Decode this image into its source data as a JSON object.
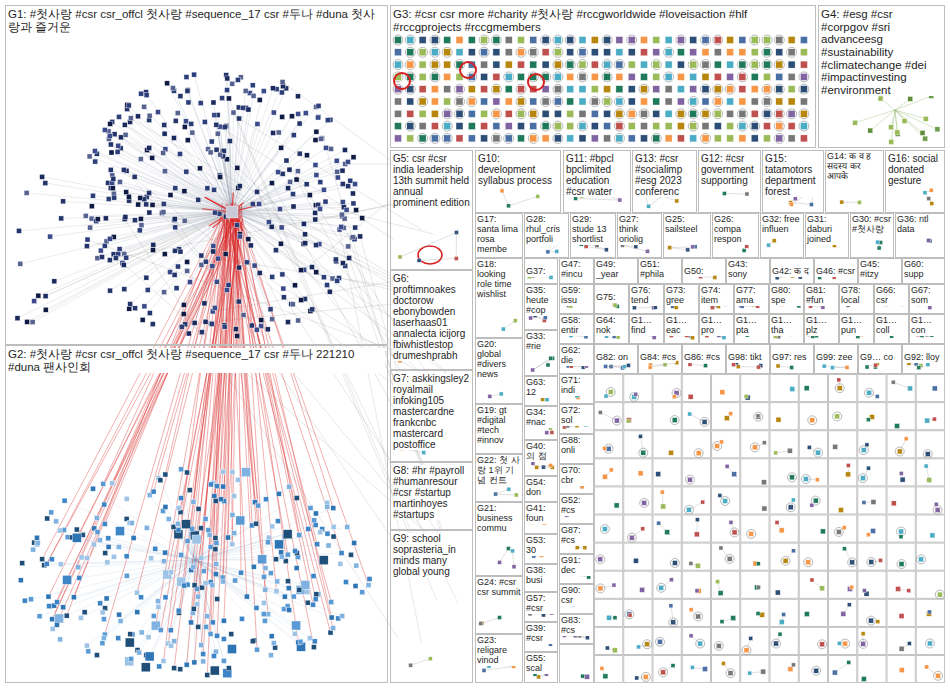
{
  "diagram": {
    "nodes": [
      {
        "text": [
          "G1: #첫사랑 #csr csr_offcl 첫사랑 #sequence_17 csr #두나 #duna 첫사랑과 즐거운"
        ]
      },
      {
        "text": [
          "G2: #첫사랑 #csr csr_offcl 첫사랑 #sequence_17 csr #두나 221210 #duna 팬사인회"
        ]
      },
      {
        "text": [
          "G3: #csr csr more #charity #첫사랑 #rccgworldwide #loveisaction #hlf #rccgprojects #rccgmembers"
        ]
      },
      {
        "text": [
          "G4: #esg #csr #corpgov #sri advanceesg #sustainability #climatechange #dei #impactinvesting #environment"
        ]
      },
      {
        "text": [
          "G5: csr #csr india leadership 13th summit held annual prominent edition"
        ]
      },
      {
        "text": [
          "G10: development syllabus process"
        ]
      },
      {
        "text": [
          "G11: #bpcl bpclimited education #csr water"
        ]
      },
      {
        "text": [
          "G13: #csr #socialimp #esg 2023 conferenc"
        ]
      },
      {
        "text": [
          "G12: #csr government supporting"
        ]
      },
      {
        "text": [
          "G15: tatamotors department forest"
        ]
      },
      {
        "text": [
          "G14: क व ह सदस्य कर आपके"
        ]
      },
      {
        "text": [
          "G16: social donated gesture"
        ]
      },
      {
        "text": [
          "G17: santa lima rosa membe"
        ]
      },
      {
        "text": [
          "G28: rhul_cris portfoli"
        ]
      },
      {
        "text": [
          "G29: stude 13 shortlist"
        ]
      },
      {
        "text": [
          "G27: think oriolig"
        ]
      },
      {
        "text": [
          "G25: sailsteel"
        ]
      },
      {
        "text": [
          "G26: compa respon"
        ]
      },
      {
        "text": [
          "G32: free influen"
        ]
      },
      {
        "text": [
          "G31: daburi joined"
        ]
      },
      {
        "text": [
          "G30: #csr #첫사랑"
        ]
      },
      {
        "text": [
          "G36: ntl data"
        ]
      },
      {
        "text": [
          "G37:"
        ]
      },
      {
        "text": [
          "G47: #incu"
        ]
      },
      {
        "text": [
          "G49: _year"
        ]
      },
      {
        "text": [
          "G51: #phila"
        ]
      },
      {
        "text": [
          "G50:"
        ]
      },
      {
        "text": [
          "G43: sony"
        ]
      },
      {
        "text": [
          "G42: क द"
        ]
      },
      {
        "text": [
          "G46: #csr"
        ]
      },
      {
        "text": [
          "G45: #itzy"
        ]
      },
      {
        "text": [
          "G60: supp"
        ]
      },
      {
        "text": [
          "G18: looking role time wishlist"
        ]
      },
      {
        "text": [
          "G6: proftimnoakes doctorow ebonybowden laserhaas01 annalecta icijorg fbiwhistlestop drumeshprabh"
        ]
      },
      {
        "text": [
          "G35: heute #cop"
        ]
      },
      {
        "text": [
          "G59: issu"
        ]
      },
      {
        "text": [
          "G75:"
        ]
      },
      {
        "text": [
          "G76: tend"
        ]
      },
      {
        "text": [
          "G73: gree"
        ]
      },
      {
        "text": [
          "G74: item"
        ]
      },
      {
        "text": [
          "G77: ama"
        ]
      },
      {
        "text": [
          "G80: spe"
        ]
      },
      {
        "text": [
          "G81: #fun"
        ]
      },
      {
        "text": [
          "G78: local"
        ]
      },
      {
        "text": [
          "G66: csr"
        ]
      },
      {
        "text": [
          "G67: som"
        ]
      },
      {
        "text": [
          "G58: entir"
        ]
      },
      {
        "text": [
          "G64: nok"
        ]
      },
      {
        "text": [
          "G1… find"
        ]
      },
      {
        "text": [
          "G1… eac"
        ]
      },
      {
        "text": [
          "G1… pro"
        ]
      },
      {
        "text": [
          "G1… pta"
        ]
      },
      {
        "text": [
          "G1… tha"
        ]
      },
      {
        "text": [
          "G1… plz"
        ]
      },
      {
        "text": [
          "G1… pun"
        ]
      },
      {
        "text": [
          "G1… coll"
        ]
      },
      {
        "text": [
          "G1… con"
        ]
      },
      {
        "text": [
          "G33: #rie"
        ]
      },
      {
        "text": [
          "G20: global #divers news"
        ]
      },
      {
        "text": [
          "G62: die"
        ]
      },
      {
        "text": [
          "G82: on"
        ]
      },
      {
        "text": [
          "G84: #cs"
        ]
      },
      {
        "text": [
          "G86: #cs"
        ]
      },
      {
        "text": [
          "G98: tikt"
        ]
      },
      {
        "text": [
          "G97: res"
        ]
      },
      {
        "text": [
          "G99: zee"
        ]
      },
      {
        "text": [
          "G9… co"
        ]
      },
      {
        "text": [
          "G92: lloy"
        ]
      },
      {
        "text": [
          "G7: askkingsley2 royalmail infoking105 mastercardne frankcnbc mastercard postoffice"
        ]
      },
      {
        "text": [
          "G71: indi"
        ]
      },
      {
        "text": [
          "G63: 12"
        ]
      },
      {
        "text": [
          "G19: gt #digital #tech #innov"
        ]
      },
      {
        "text": [
          "G72: sol"
        ]
      },
      {
        "text": [
          "G34: #nac"
        ]
      },
      {
        "text": [
          "G88: onli"
        ]
      },
      {
        "text": [
          "G40: 의 점"
        ]
      },
      {
        "text": [
          "G22: 첫 사랑 1위 기념 컨트"
        ]
      },
      {
        "text": [
          "G8: #hr #payroll #humanresour #csr #startup martinhoyes #startups"
        ]
      },
      {
        "text": [
          "G70: cbr"
        ]
      },
      {
        "text": [
          "G54: don"
        ]
      },
      {
        "text": [
          "G52: #cs"
        ]
      },
      {
        "text": [
          "G21: business commu"
        ]
      },
      {
        "text": [
          "G41: foun"
        ]
      },
      {
        "text": [
          "G9: school soprasteria_in minds many global young"
        ]
      },
      {
        "text": [
          "G87: #cs"
        ]
      },
      {
        "text": [
          "G53: 30"
        ]
      },
      {
        "text": [
          "G91: dec"
        ]
      },
      {
        "text": [
          "G38: busi"
        ]
      },
      {
        "text": [
          "G24: #csr csr summit"
        ]
      },
      {
        "text": [
          "G90: csr"
        ]
      },
      {
        "text": [
          "G57: #csr"
        ]
      },
      {
        "text": [
          "G39: #csr"
        ]
      },
      {
        "text": [
          "G23: religare vinod"
        ]
      },
      {
        "text": [
          "G83: #cs"
        ]
      },
      {
        "text": [
          "G55: scal"
        ]
      }
    ]
  }
}
